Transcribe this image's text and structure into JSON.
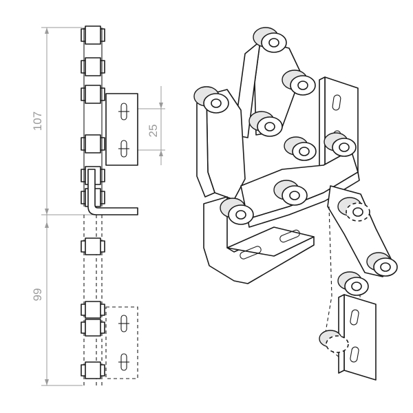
{
  "dimensions": {
    "upper_length": "107",
    "lower_length": "99",
    "attachment_pitch": "25"
  }
}
